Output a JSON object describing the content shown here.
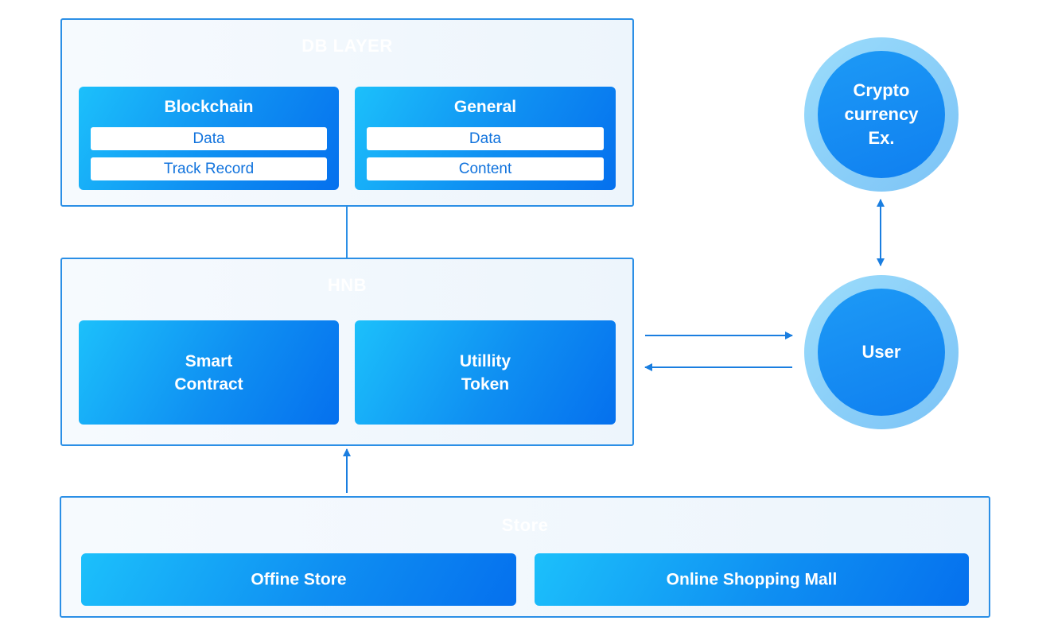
{
  "db_layer": {
    "title": "DB LAYER",
    "blockchain": {
      "title": "Blockchain",
      "items": [
        "Data",
        "Track Record"
      ]
    },
    "general": {
      "title": "General",
      "items": [
        "Data",
        "Content"
      ]
    }
  },
  "hnb": {
    "title": "HNB",
    "smart_contract": {
      "line1": "Smart",
      "line2": "Contract"
    },
    "utility_token": {
      "line1": "Utillity",
      "line2": "Token"
    }
  },
  "store": {
    "title": "Store",
    "offline": "Offine Store",
    "online": "Online Shopping Mall"
  },
  "crypto_exchange": {
    "line1": "Crypto",
    "line2": "currency",
    "line3": "Ex."
  },
  "user": {
    "label": "User"
  },
  "colors": {
    "accent": "#0f8ff2",
    "border": "#2b8fe6",
    "arrow": "#1a7ee0"
  }
}
